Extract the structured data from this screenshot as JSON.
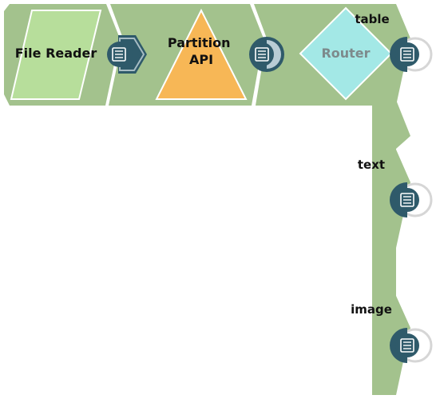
{
  "pipeline": {
    "snaps": [
      {
        "id": "file-reader",
        "label": "File Reader",
        "shape": "parallelogram",
        "color": "#b7de9b"
      },
      {
        "id": "partition-api",
        "label_lines": [
          "Partition",
          "API"
        ],
        "shape": "triangle",
        "color": "#f7b756"
      },
      {
        "id": "router",
        "label": "Router",
        "shape": "diamond",
        "color": "#a3e8e6"
      }
    ],
    "router_outputs": [
      {
        "label": "table"
      },
      {
        "label": "text"
      },
      {
        "label": "image"
      }
    ],
    "colors": {
      "band": "#a3c28d",
      "port_fill": "#2f5a6a",
      "port_ring": "#d6d6d6",
      "icon": "#ffffff"
    },
    "icons": {
      "port": "document-icon"
    }
  }
}
